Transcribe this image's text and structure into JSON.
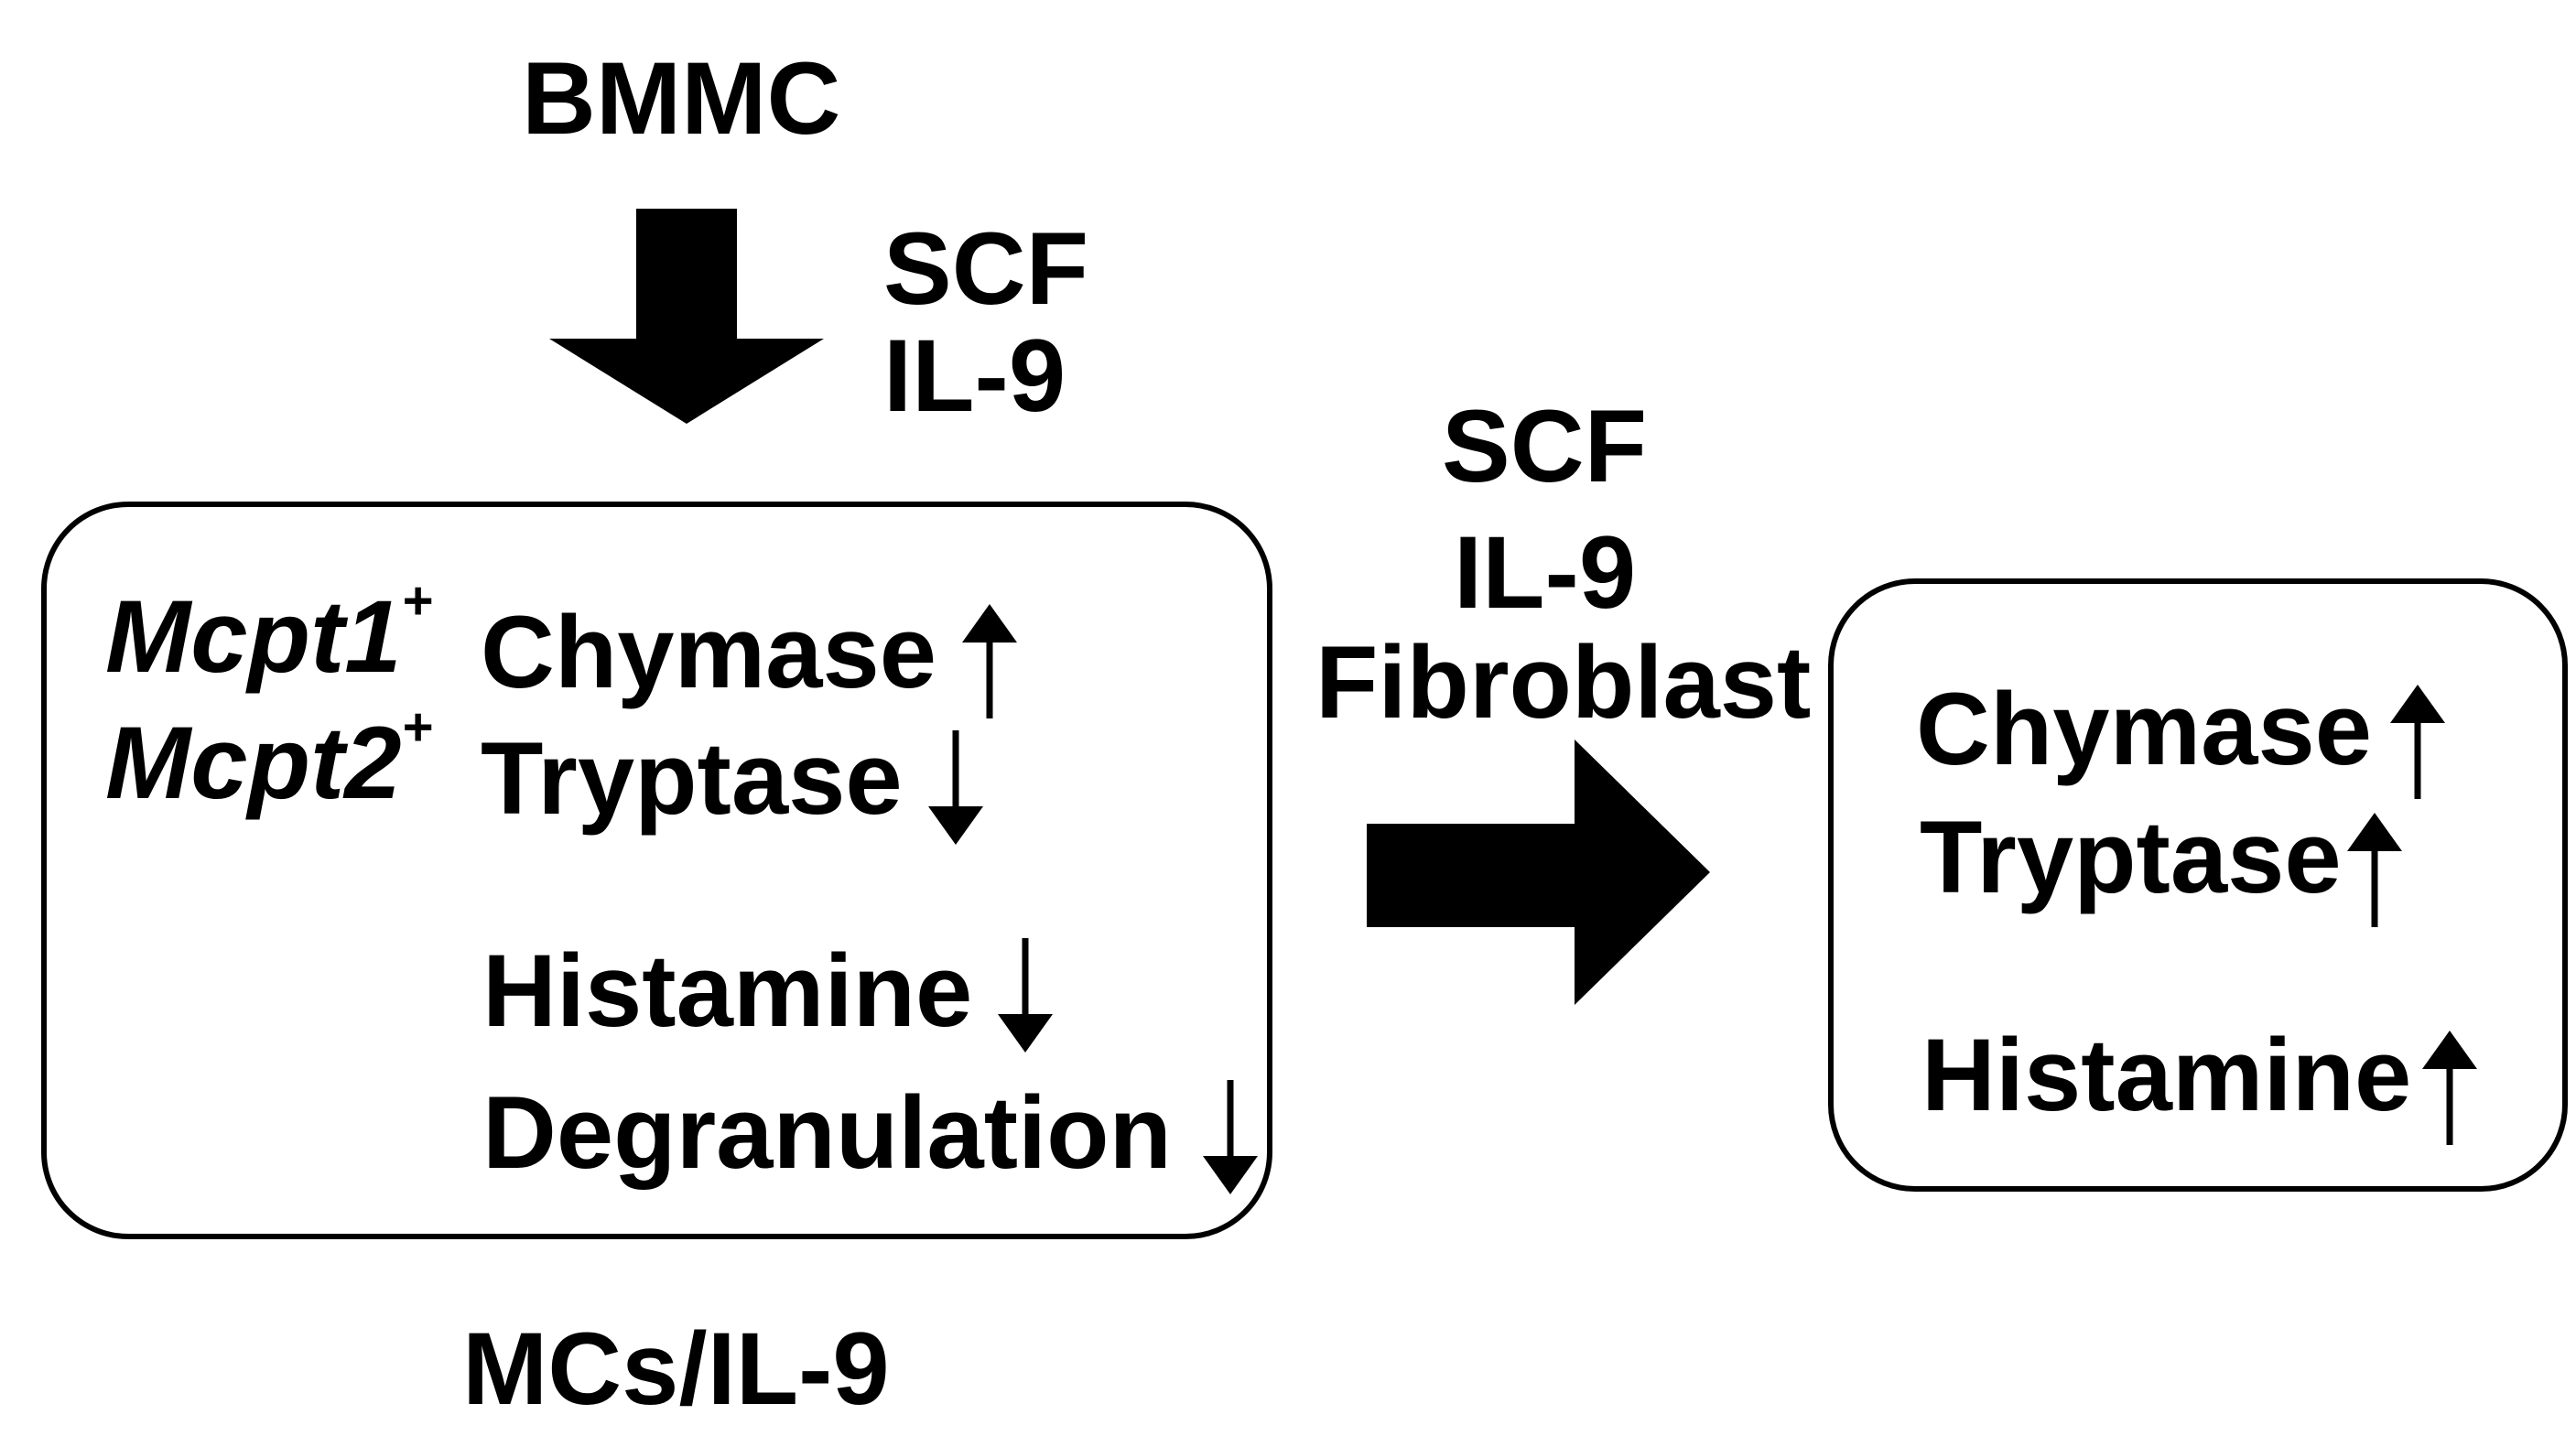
{
  "top_label": "BMMC",
  "step1": {
    "factors": [
      "SCF",
      "IL-9"
    ]
  },
  "left_box": {
    "genes": [
      {
        "name": "Mcpt1",
        "sup": "+"
      },
      {
        "name": "Mcpt2",
        "sup": "+"
      }
    ],
    "items": [
      {
        "label": "Chymase",
        "direction": "up"
      },
      {
        "label": "Tryptase",
        "direction": "down"
      },
      {
        "label": "Histamine",
        "direction": "down"
      },
      {
        "label": "Degranulation",
        "direction": "down"
      }
    ],
    "caption": "MCs/IL-9"
  },
  "step2": {
    "factors": [
      "SCF",
      "IL-9",
      "Fibroblast"
    ]
  },
  "right_box": {
    "items": [
      {
        "label": "Chymase",
        "direction": "up"
      },
      {
        "label": "Tryptase",
        "direction": "up"
      },
      {
        "label": "Histamine",
        "direction": "up"
      }
    ]
  }
}
